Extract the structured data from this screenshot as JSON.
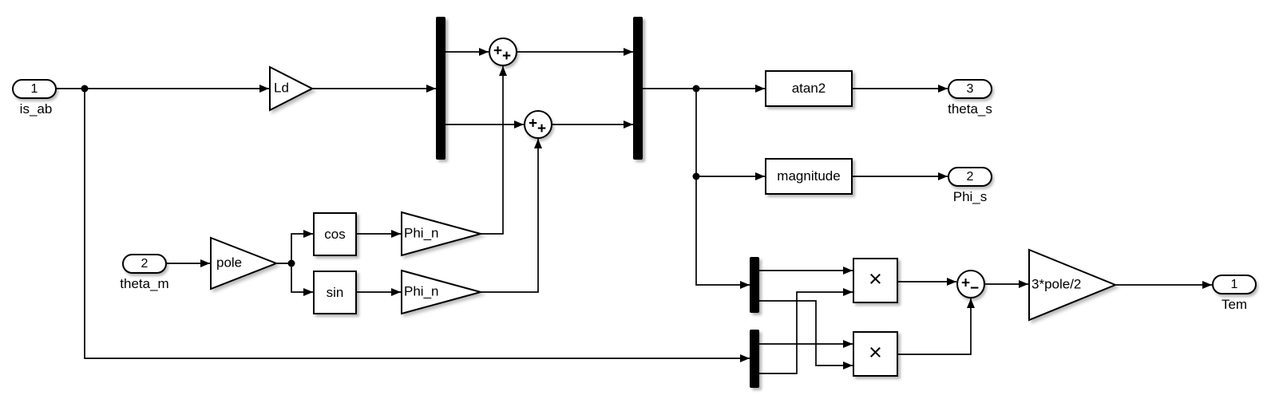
{
  "colors": {
    "line": "#000000",
    "background": "#ffffff",
    "block_fill": "#ffffff"
  },
  "inports": [
    {
      "number": "1",
      "name": "is_ab"
    },
    {
      "number": "2",
      "name": "theta_m"
    }
  ],
  "outports": [
    {
      "number": "3",
      "name": "theta_s"
    },
    {
      "number": "2",
      "name": "Phi_s"
    },
    {
      "number": "1",
      "name": "Tem"
    }
  ],
  "gain_blocks": [
    {
      "label": "Ld"
    },
    {
      "label": "pole"
    },
    {
      "label": "Phi_n"
    },
    {
      "label": "Phi_n"
    },
    {
      "label": "3*pole/2"
    }
  ],
  "function_blocks": [
    {
      "label": "atan2"
    },
    {
      "label": "magnitude"
    },
    {
      "label": "cos"
    },
    {
      "label": "sin"
    }
  ],
  "product_blocks": [
    {
      "symbol": "×"
    },
    {
      "symbol": "×"
    }
  ],
  "sum_blocks": [
    {
      "left_sign": "+",
      "bottom_sign": "+"
    },
    {
      "left_sign": "+",
      "bottom_sign": "+"
    },
    {
      "left_sign": "+",
      "bottom_sign": "−"
    }
  ]
}
